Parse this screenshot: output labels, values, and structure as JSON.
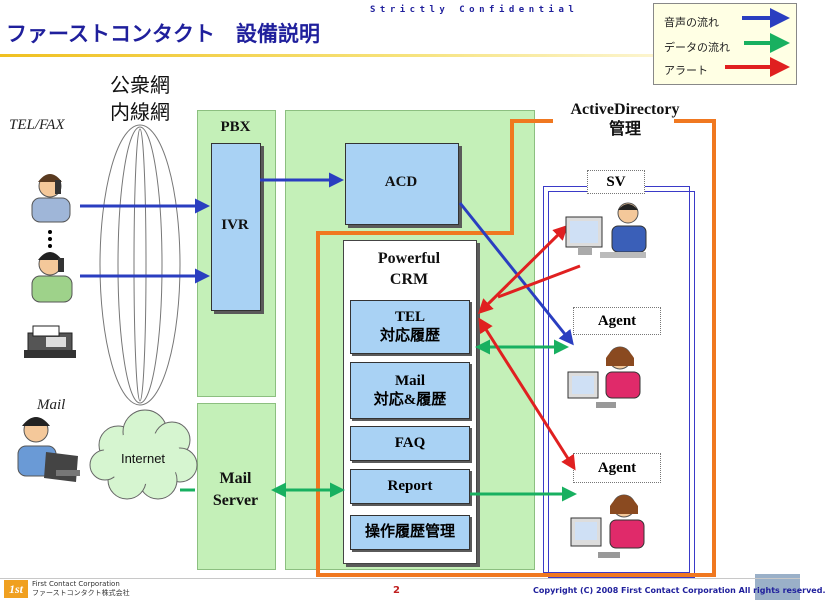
{
  "header": {
    "title": "ファーストコンタクト　設備説明",
    "confidential": "Strictly Confidential"
  },
  "legend": {
    "items": [
      {
        "label": "音声の流れ",
        "color": "#2a3ec0"
      },
      {
        "label": "データの流れ",
        "color": "#18b060"
      },
      {
        "label": "アラート",
        "color": "#e02020"
      }
    ]
  },
  "left": {
    "tel_fax": "TEL/FAX",
    "network_1": "公衆網",
    "network_2": "内線網",
    "mail": "Mail",
    "internet": "Internet"
  },
  "pbx": {
    "title": "PBX",
    "ivr": "IVR"
  },
  "mail_server": {
    "line1": "Mail",
    "line2": "Server"
  },
  "acd": "ACD",
  "crm": {
    "title_1": "Powerful",
    "title_2": "CRM",
    "items": [
      {
        "line1": "TEL",
        "line2": "対応履歴"
      },
      {
        "line1": "Mail",
        "line2": "対応&履歴"
      },
      {
        "line1": "FAQ",
        "line2": ""
      },
      {
        "line1": "Report",
        "line2": ""
      },
      {
        "line1": "操作履歴管理",
        "line2": ""
      }
    ]
  },
  "ad": {
    "line1": "ActiveDirectory",
    "line2": "管理"
  },
  "right": {
    "sv": "SV",
    "agent_1": "Agent",
    "agent_2": "Agent"
  },
  "footer": {
    "company_en": "First Contact Corporation",
    "company_ja": "ファーストコンタクト株式会社",
    "logo": "1st",
    "page": "2",
    "copyright": "Copyright (C) 2008 First Contact Corporation All rights reserved."
  }
}
